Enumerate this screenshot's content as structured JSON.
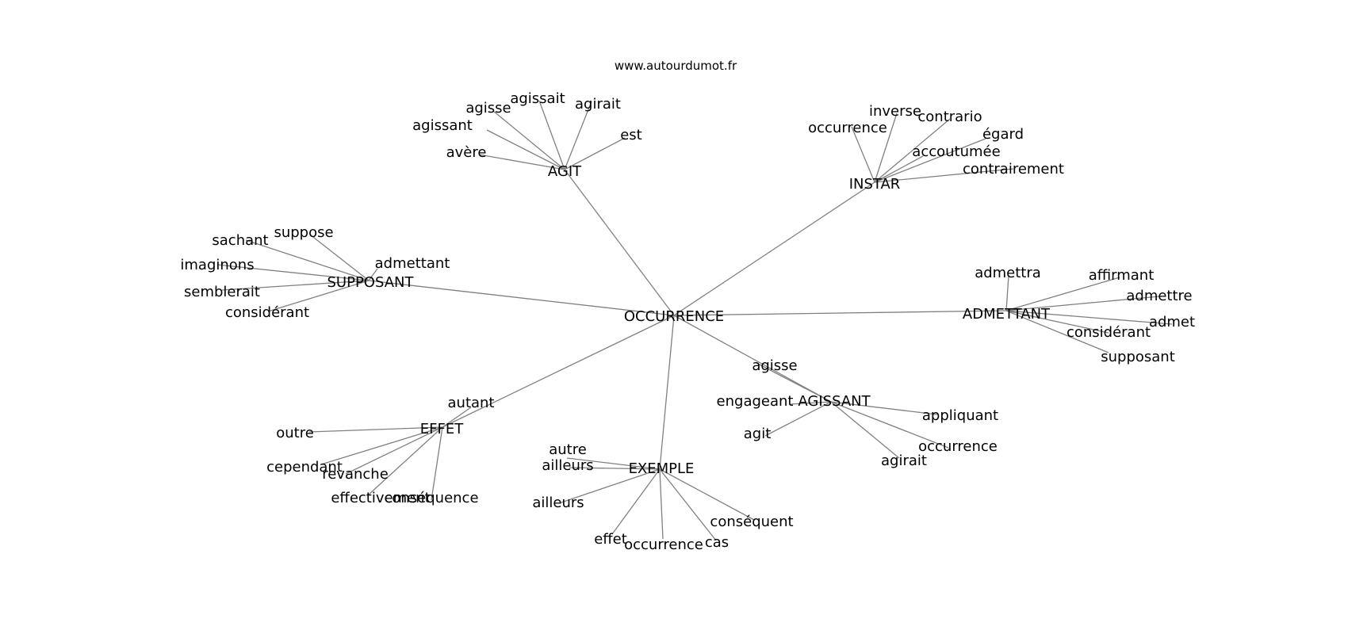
{
  "header": {
    "site": "www.autourdumot.fr"
  },
  "graph": {
    "center": "OCCURRENCE",
    "groups": [
      {
        "label": "AGIT",
        "words": [
          "agissant",
          "agisse",
          "agissait",
          "agirait",
          "est",
          "avère"
        ]
      },
      {
        "label": "INSTAR",
        "words": [
          "occurrence",
          "inverse",
          "contrario",
          "égard",
          "accoutumée",
          "contrairement"
        ]
      },
      {
        "label": "SUPPOSANT",
        "words": [
          "sachant",
          "suppose",
          "imaginons",
          "admettant",
          "semblerait",
          "considérant"
        ]
      },
      {
        "label": "ADMETTANT",
        "words": [
          "admettra",
          "affirmant",
          "admettre",
          "admet",
          "considérant",
          "supposant"
        ]
      },
      {
        "label": "AGISSANT",
        "words": [
          "agisse",
          "engageant",
          "agit",
          "appliquant",
          "occurrence",
          "agirait"
        ]
      },
      {
        "label": "EFFET",
        "words": [
          "autant",
          "outre",
          "cependant",
          "revanche",
          "effectivement",
          "conséquence"
        ]
      },
      {
        "label": "EXEMPLE",
        "words": [
          "autre",
          "ailleurs",
          "ailleurs",
          "effet",
          "occurrence",
          "cas",
          "conséquent"
        ]
      }
    ]
  }
}
